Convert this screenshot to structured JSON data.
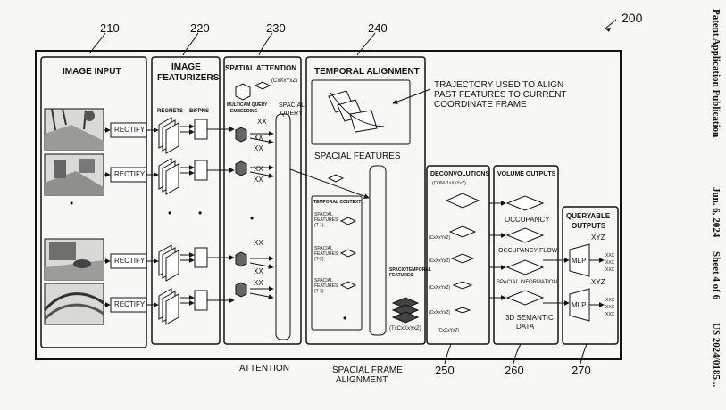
{
  "figure": {
    "figure_ref": "200",
    "refs": [
      "210",
      "220",
      "230",
      "240",
      "250",
      "260",
      "270"
    ]
  },
  "header": {
    "patent_type": "Patent Application Publication",
    "date": "Jun. 6, 2024",
    "sheet": "Sheet 4 of 6",
    "pub_number": "US 2024/0185..."
  },
  "panels": {
    "image_input": "IMAGE INPUT",
    "image_featurizers_1": "IMAGE",
    "image_featurizers_2": "FEATURIZERS",
    "spatial_attention": "SPATIAL ATTENTION",
    "temporal_alignment": "TEMPORAL ALIGNMENT",
    "deconvolutions": "DECONVOLUTIONS",
    "volume_outputs": "VOLUME OUTPUTS",
    "queryable_1": "QUERYABLE",
    "queryable_2": "OUTPUTS"
  },
  "labels": {
    "rectify": "RECTIFY",
    "regnets": "REGNETS",
    "bifpns": "BIFPNS",
    "multicam_1": "MULTICAM QUERY",
    "multicam_2": "EMBEDDING",
    "spacial_query_1": "SPACIAL",
    "spacial_query_2": "QUERY",
    "cxyz": "(CxXxYxZ)",
    "xx": "XX",
    "trajectory_1": "TRAJECTORY USED TO ALIGN",
    "trajectory_2": "PAST FEATURES TO CURRENT",
    "trajectory_3": "COORDINATE FRAME",
    "spacial_features": "SPACIAL FEATURES",
    "temporal_context": "TEMPORAL CONTEXT",
    "spacial_feat_t1": "SPACIAL FEATURES (T-1)",
    "spacial_feat_t2": "SPACIAL FEATURES (T-2)",
    "spacial_feat_t3": "SPACIAL FEATURES (T-3)",
    "spatiotemporal": "SPACIOTEMPORAL FEATURES",
    "txyz": "(TxCxXxYxZ)",
    "deconv_dims": "(CONV1xXxYxZ)",
    "occupancy": "OCCUPANCY",
    "occupancy_flow": "OCCUPANCY FLOW",
    "spacial_information": "SPACIAL INFORMATION",
    "semantic_1": "3D SEMANTIC",
    "semantic_2": "DATA",
    "xyz": "XYZ",
    "mlp": "MLP",
    "xxx": "XXX",
    "attention": "ATTENTION",
    "spacial_frame_1": "SPACIAL FRAME",
    "spacial_frame_2": "ALIGNMENT",
    "dots": "•"
  }
}
